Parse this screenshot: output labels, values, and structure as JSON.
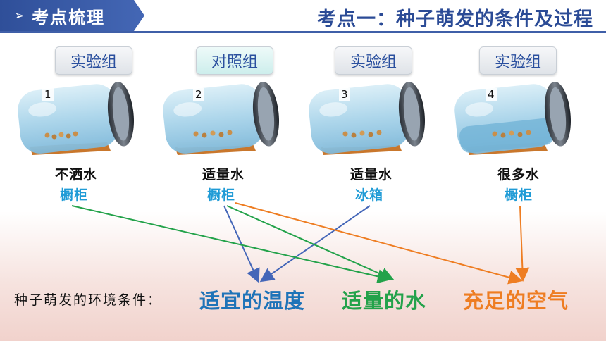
{
  "header": {
    "section_arrow": "➢",
    "section_label": "考点梳理",
    "title": "考点一：种子萌发的条件及过程"
  },
  "groups": [
    {
      "tag": "实验组",
      "number": "1",
      "condition": "不洒水",
      "place": "橱柜"
    },
    {
      "tag": "对照组",
      "number": "2",
      "condition": "适量水",
      "place": "橱柜"
    },
    {
      "tag": "实验组",
      "number": "3",
      "condition": "适量水",
      "place": "冰箱"
    },
    {
      "tag": "实验组",
      "number": "4",
      "condition": "很多水",
      "place": "橱柜"
    }
  ],
  "conclusion": {
    "label": "种子萌发的环境条件：",
    "factors": [
      "适宜的温度",
      "适量的水",
      "充足的空气"
    ]
  },
  "colors": {
    "temperature": "#4466b8",
    "water": "#23a24a",
    "air": "#ee7d22",
    "place": "#1f9bd6",
    "header": "#2b4b96"
  }
}
